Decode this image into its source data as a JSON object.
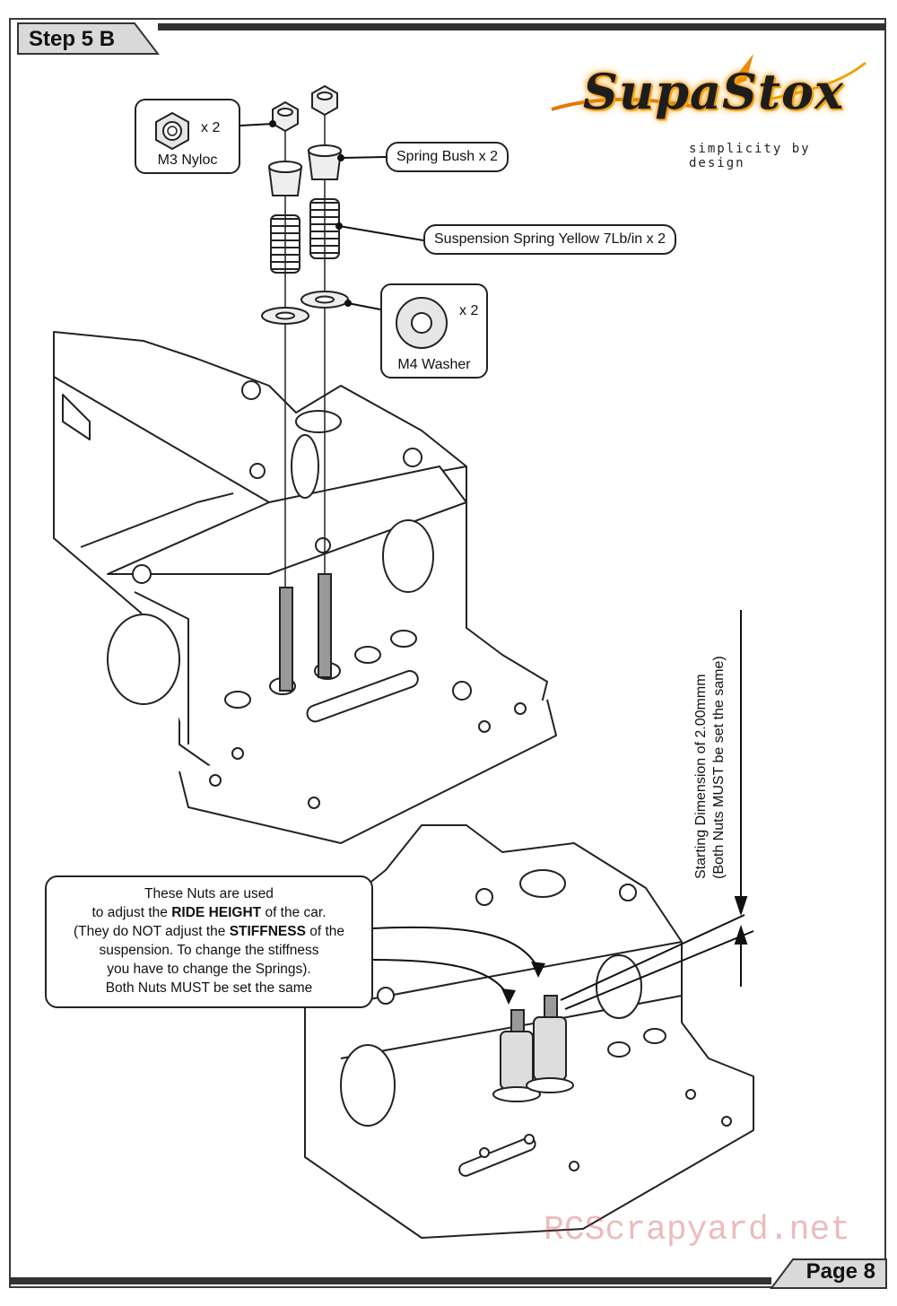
{
  "header": {
    "step_label": "Step 5 B"
  },
  "footer": {
    "page_label": "Page 8"
  },
  "logo": {
    "brand": "SupaStox",
    "tagline": "simplicity by design"
  },
  "parts": [
    {
      "name": "M3 Nyloc",
      "qty": "x 2",
      "icon": "nyloc-nut-icon"
    },
    {
      "name": "Spring Bush",
      "qty": "x 2"
    },
    {
      "name": "Suspension Spring Yellow 7Lb/in",
      "qty": "x 2"
    },
    {
      "name": "M4 Washer",
      "qty": "x 2",
      "icon": "washer-icon"
    }
  ],
  "note": {
    "lines": [
      "These Nuts are used",
      "to adjust the RIDE HEIGHT of the car.",
      "(They do NOT adjust the STIFFNESS of the",
      "suspension.  To change the stiffness",
      "you have to change the Springs).",
      "Both Nuts MUST be set the same"
    ]
  },
  "dimension": {
    "line1": "Starting Dimension of 2.00mmm",
    "line2": "(Both Nuts MUST be set the same)"
  },
  "watermark": "RCScrapyard.net"
}
